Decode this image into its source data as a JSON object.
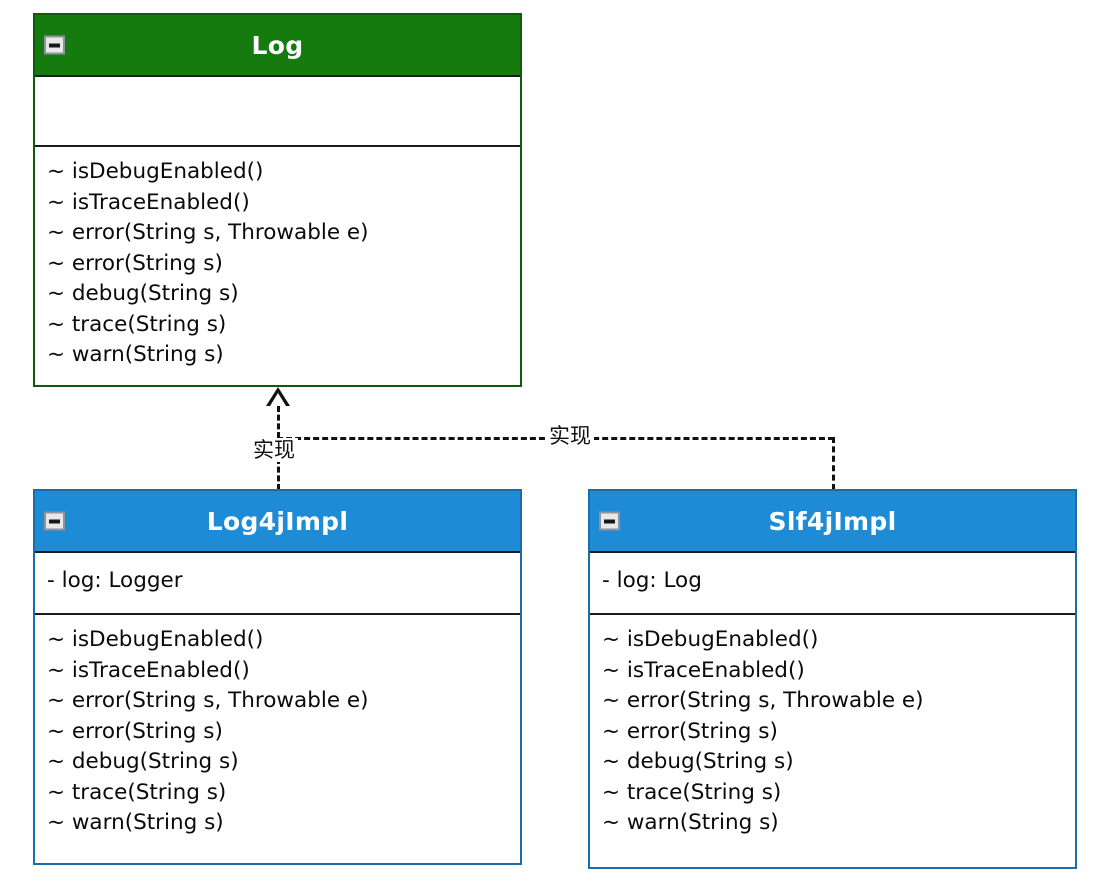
{
  "diagram": {
    "type": "uml-class-diagram",
    "colors": {
      "interface_header": "#157B0F",
      "class_header": "#1E8BD6",
      "interface_border": "#0D5C0D",
      "class_border": "#1B6CA8",
      "title_text": "#FFFFFF",
      "member_text": "#0A0A0A",
      "connector": "#111111"
    }
  },
  "classes": {
    "log": {
      "name": "Log",
      "collapse_icon": "minimize-icon",
      "attributes": [],
      "methods": [
        "~ isDebugEnabled()",
        "~ isTraceEnabled()",
        "~ error(String s, Throwable e)",
        "~ error(String s)",
        "~ debug(String s)",
        "~ trace(String s)",
        "~ warn(String s)"
      ]
    },
    "log4jimpl": {
      "name": "Log4jImpl",
      "collapse_icon": "minimize-icon",
      "attributes": [
        "- log: Logger"
      ],
      "methods": [
        "~ isDebugEnabled()",
        "~ isTraceEnabled()",
        "~ error(String s, Throwable e)",
        "~ error(String s)",
        "~ debug(String s)",
        "~ trace(String s)",
        "~ warn(String s)"
      ]
    },
    "slf4jimpl": {
      "name": "Slf4jImpl",
      "collapse_icon": "minimize-icon",
      "attributes": [
        "- log: Log"
      ],
      "methods": [
        "~ isDebugEnabled()",
        "~ isTraceEnabled()",
        "~ error(String s, Throwable e)",
        "~ error(String s)",
        "~ debug(String s)",
        "~ trace(String s)",
        "~ warn(String s)"
      ]
    }
  },
  "relationships": [
    {
      "from": "Log4jImpl",
      "to": "Log",
      "kind": "realization",
      "label": "实现"
    },
    {
      "from": "Slf4jImpl",
      "to": "Log",
      "kind": "realization",
      "label": "实现"
    }
  ]
}
